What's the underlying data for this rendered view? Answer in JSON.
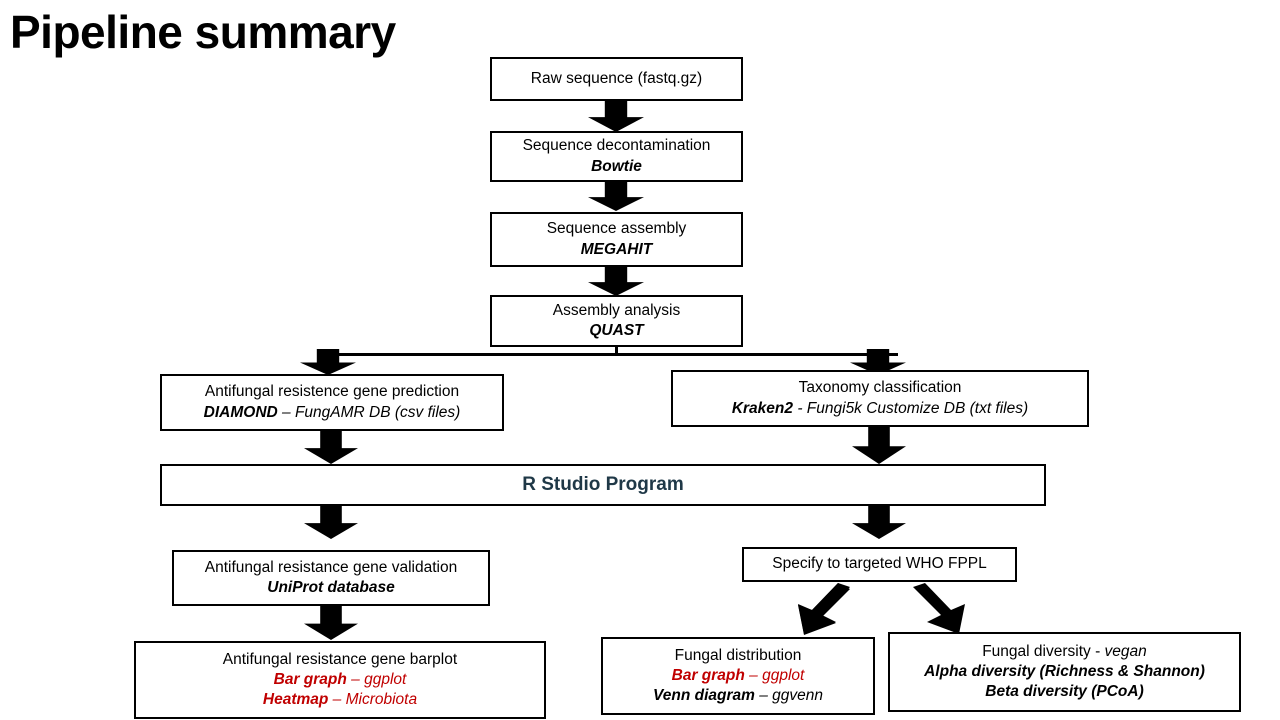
{
  "page": {
    "title": "Pipeline summary",
    "background": "#ffffff",
    "accent_red": "#C00000",
    "accent_rstudio": "#1F3847",
    "line_color": "#000000"
  },
  "nodes": {
    "raw_sequence": {
      "line1": "Raw sequence (fastq.gz)"
    },
    "decontamination": {
      "line1": "Sequence decontamination",
      "tool": "Bowtie"
    },
    "assembly": {
      "line1": "Sequence assembly",
      "tool": "MEGAHIT"
    },
    "assembly_analysis": {
      "line1": "Assembly analysis",
      "tool": "QUAST"
    },
    "amr_prediction": {
      "line1": "Antifungal resistence gene prediction",
      "tool": "DIAMOND",
      "tool_suffix": " – FungAMR DB (csv files)"
    },
    "taxonomy": {
      "line1": "Taxonomy classification",
      "tool": "Kraken2",
      "tool_suffix": " - Fungi5k Customize DB (txt files)"
    },
    "rstudio": {
      "label": "R Studio Program"
    },
    "amr_validation": {
      "line1": "Antifungal resistance gene validation",
      "tool": "UniProt database"
    },
    "who_fppl": {
      "line1": "Specify to targeted WHO FPPL"
    },
    "amr_barplot": {
      "line1": "Antifungal resistance gene barplot",
      "line2_bold": "Bar graph",
      "line2_rest": " – ggplot",
      "line3_bold": "Heatmap",
      "line3_rest": " – Microbiota"
    },
    "fungal_distribution": {
      "line1": "Fungal distribution",
      "line2_bold": "Bar graph",
      "line2_rest": " – ggplot",
      "line3_bold": "Venn diagram",
      "line3_rest": " – ggvenn"
    },
    "fungal_diversity": {
      "line1_plain": "Fungal diversity - ",
      "line1_italic": "vegan",
      "line2": "Alpha diversity (Richness & Shannon)",
      "line3": "Beta diversity (PCoA)"
    }
  },
  "connectors": {
    "a1": "arrow-raw-to-decontamination",
    "a2": "arrow-decontamination-to-assembly",
    "a3": "arrow-assembly-to-analysis",
    "a4": "arrow-split-left-to-amr-prediction",
    "a5": "arrow-split-right-to-taxonomy",
    "a6": "arrow-amr-prediction-to-rstudio",
    "a7": "arrow-taxonomy-to-rstudio",
    "a8": "arrow-rstudio-to-amr-validation",
    "a9": "arrow-rstudio-to-who-fppl",
    "a10": "arrow-amr-validation-to-barplot",
    "a11": "arrow-who-fppl-to-fungal-distribution",
    "a12": "arrow-who-fppl-to-fungal-diversity"
  }
}
